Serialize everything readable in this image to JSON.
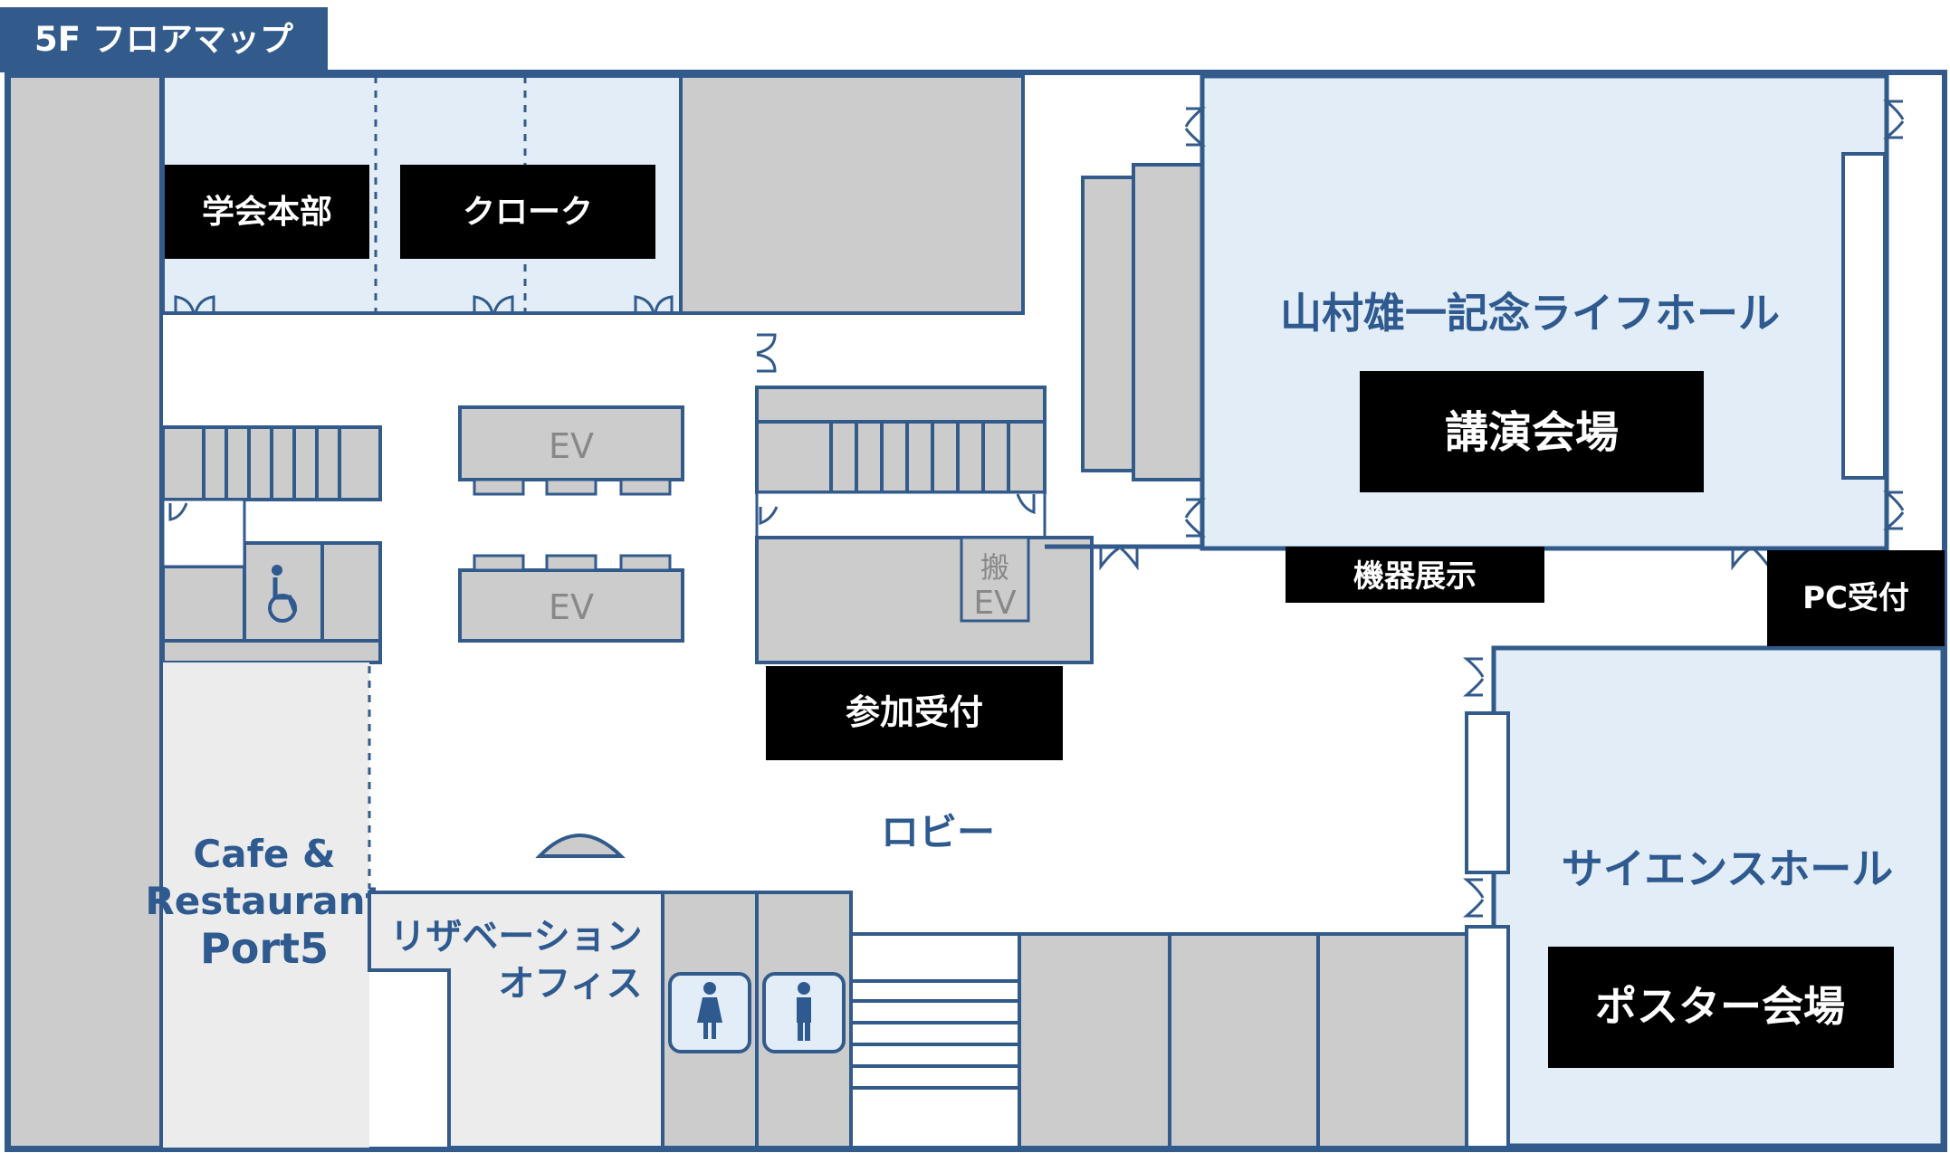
{
  "title": "5F フロアマップ",
  "colors": {
    "wall": "#325a8b",
    "hall_fill": "#e2edf8",
    "gray_fill": "#cccccc",
    "light_gray": "#ececec",
    "label_bg": "#000000",
    "label_blue": "#2e5a8f"
  },
  "rooms": {
    "gakkai_honbu": "学会本部",
    "cloak": "クローク",
    "yamamura_hall": "山村雄一記念ライフホール",
    "koen_kaijo": "講演会場",
    "kiki_tenji": "機器展示",
    "pc_uketsuke": "PC受付",
    "sanka_uketsuke": "参加受付",
    "lobby": "ロビー",
    "science_hall": "サイエンスホール",
    "poster_kaijo": "ポスター会場",
    "cafe_line1": "Cafe &",
    "cafe_line2": "Restaurant",
    "cafe_line3": "Port5",
    "reservation_line1": "リザベーション",
    "reservation_line2": "オフィス",
    "ev_upper": "EV",
    "ev_lower": "EV",
    "freight_ev_top": "搬",
    "freight_ev_bottom": "EV"
  },
  "icons": [
    "wheelchair-icon",
    "women-restroom-icon",
    "men-restroom-icon",
    "door-icon"
  ]
}
